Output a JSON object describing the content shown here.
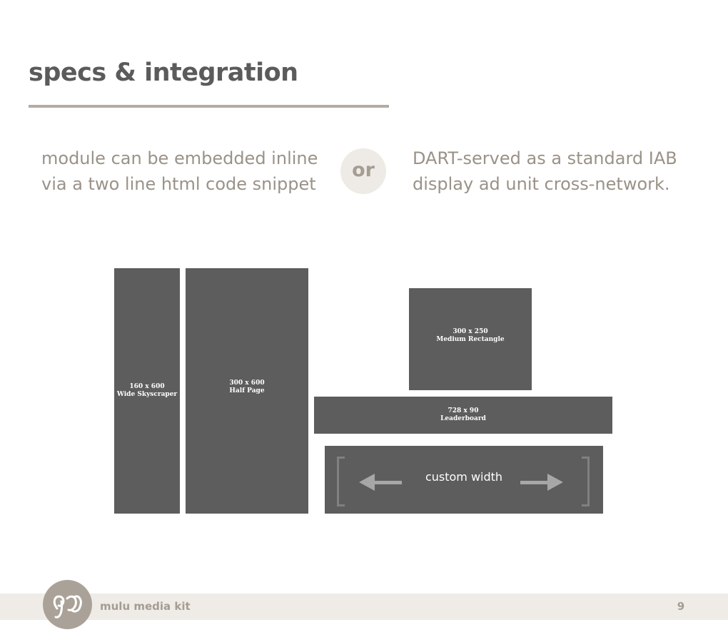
{
  "header": {
    "title": "specs & integration"
  },
  "intro": {
    "left_line1": "module can be embedded inline",
    "left_line2": "via a two line html code snippet",
    "or_label": "or",
    "right_line1": "DART-served as a standard IAB",
    "right_line2": "display ad unit cross-network."
  },
  "ad_units": {
    "wide_skyscraper": {
      "size": "160 x 600",
      "name": "Wide Skyscraper"
    },
    "half_page": {
      "size": "300 x 600",
      "name": "Half Page"
    },
    "medium_rectangle": {
      "size": "300 x 250",
      "name": "Medium Rectangle"
    },
    "leaderboard": {
      "size": "728 x 90",
      "name": "Leaderboard"
    },
    "custom": {
      "label": "custom width"
    }
  },
  "footer": {
    "brand": "mulu media kit",
    "page_number": "9"
  },
  "colors": {
    "ad_box": "#5d5d5d",
    "accent_taupe": "#a59c92",
    "footer_band": "#efece7"
  },
  "icons": [
    "mulu-logo-icon",
    "arrow-left-icon",
    "arrow-right-icon"
  ]
}
